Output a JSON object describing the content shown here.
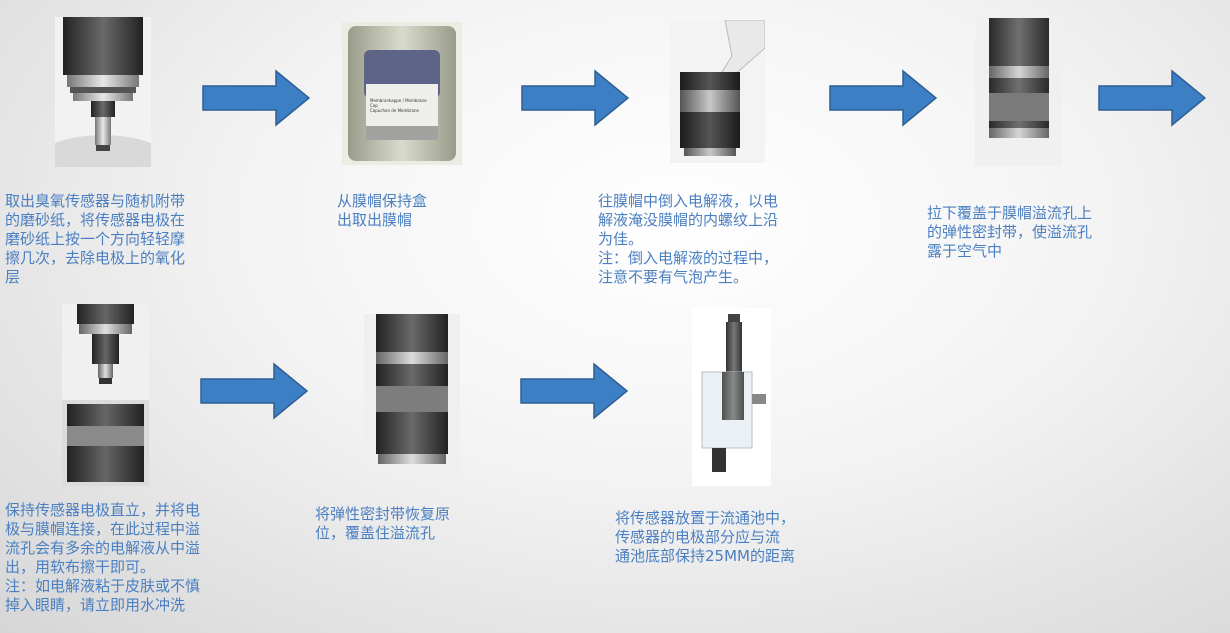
{
  "colors": {
    "caption": "#4a7fc1",
    "arrow_fill": "#3d7fc4",
    "arrow_stroke": "#2e5f93"
  },
  "steps": [
    {
      "icon": "sensor-electrode-photo",
      "caption": "取出臭氧传感器与随机附带\n的磨砂纸，将传感器电极在\n磨砂纸上按一个方向轻轻摩\n擦几次，去除电极上的氧化\n层"
    },
    {
      "icon": "membrane-box-photo",
      "caption": "从膜帽保持盒\n出取出膜帽",
      "label_box": "Membrankappe / Membrane Cap\nCapuchon de Membrane"
    },
    {
      "icon": "filling-electrolyte-photo",
      "caption": "往膜帽中倒入电解液，以电\n解液淹没膜帽的内螺纹上沿\n为佳。\n注：倒入电解液的过程中，\n注意不要有气泡产生。"
    },
    {
      "icon": "seal-band-photo",
      "caption": "拉下覆盖于膜帽溢流孔上\n的弹性密封带，使溢流孔\n露于空气中"
    },
    {
      "icon": "connect-cap-photo",
      "caption": "保持传感器电极直立，并将电\n极与膜帽连接，在此过程中溢\n流孔会有多余的电解液从中溢\n出，用软布擦干即可。\n注：如电解液粘于皮肤或不慎\n掉入眼睛，请立即用水冲洗"
    },
    {
      "icon": "seal-restored-photo",
      "caption": "将弹性密封带恢复原\n位，覆盖住溢流孔"
    },
    {
      "icon": "flow-cell-photo",
      "caption": "将传感器放置于流通池中，\n传感器的电极部分应与流\n通池底部保持25MM的距离"
    }
  ]
}
